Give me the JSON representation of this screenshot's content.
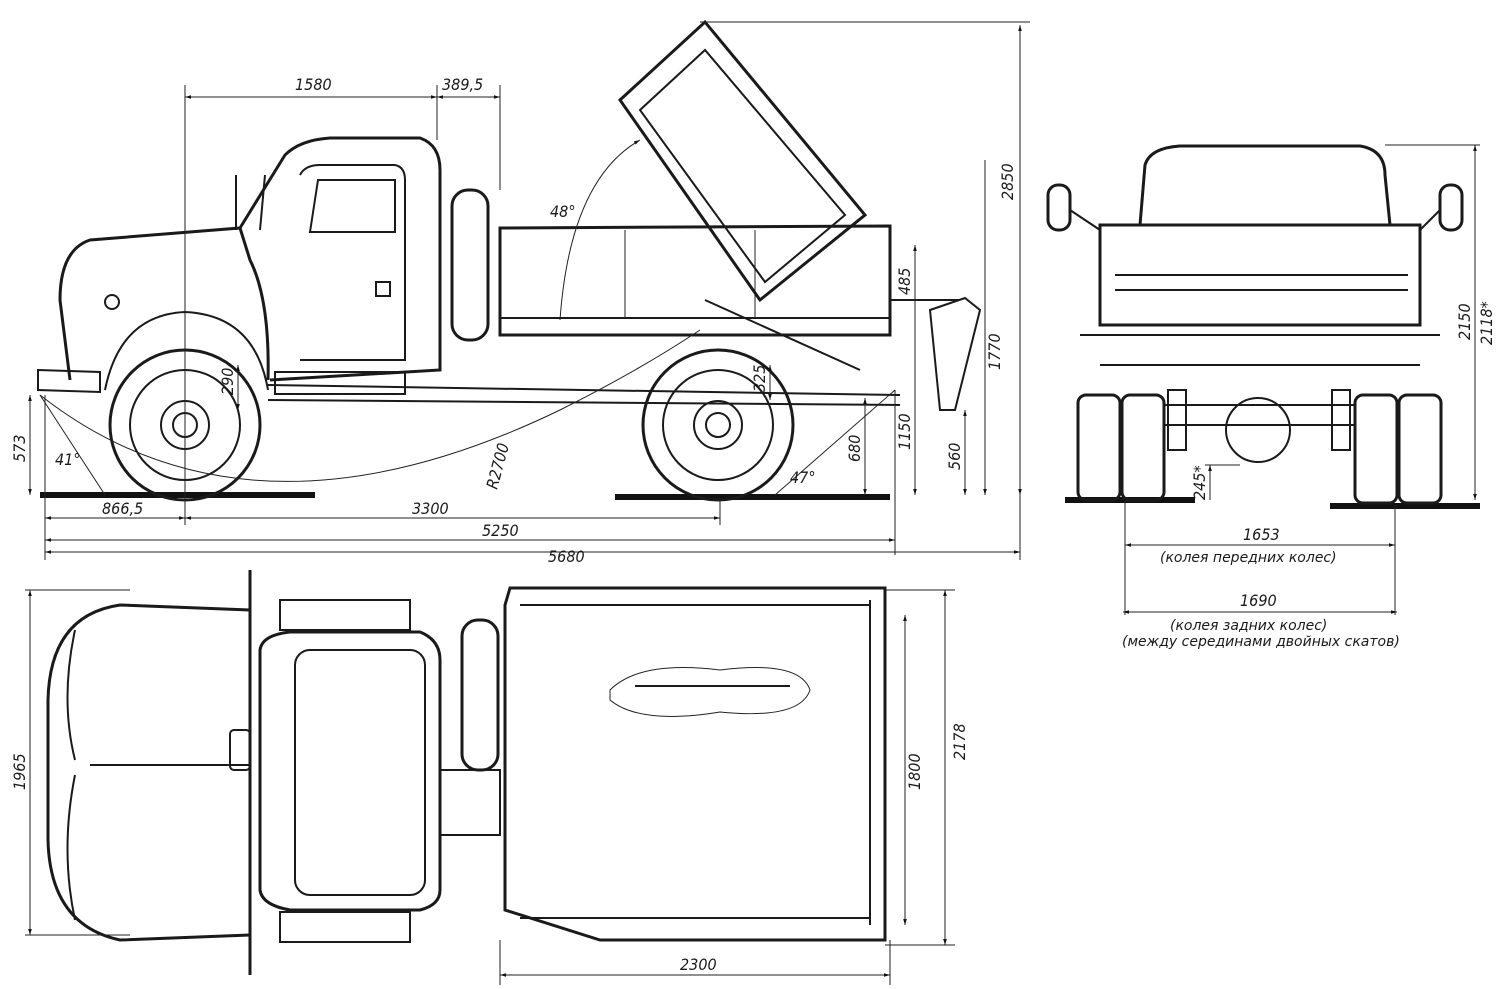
{
  "side_view": {
    "dim_cab_front": "1580",
    "dim_cab_gap": "389,5",
    "dim_total_height_tipped": "2850",
    "dim_tip_angle": "48°",
    "dim_gate": "485",
    "dim_platform_height": "1770",
    "dim_frame_height": "1150",
    "dim_hitch_height": "560",
    "dim_rear_clearance": "680",
    "dim_departure_angle": "47°",
    "dim_axle_clearance": "325",
    "dim_front_clearance": "290",
    "dim_bumper_height": "573",
    "dim_approach_angle": "41°",
    "dim_turn_radius": "R2700",
    "dim_front_overhang": "866,5",
    "dim_wheelbase": "3300",
    "dim_length_body": "5250",
    "dim_total_length": "5680"
  },
  "rear_view": {
    "dim_height": "2150",
    "dim_height_alt": "2118*",
    "dim_diff_clearance": "245*",
    "front_track": "1653",
    "front_track_note": "(колея передних колес)",
    "rear_track": "1690",
    "rear_track_note": "(колея задних колес)",
    "rear_track_note2": "(между серединами двойных скатов)"
  },
  "top_view": {
    "dim_cab_width": "1965",
    "dim_body_inner_width": "1800",
    "dim_body_width": "2178",
    "dim_body_length": "2300"
  }
}
